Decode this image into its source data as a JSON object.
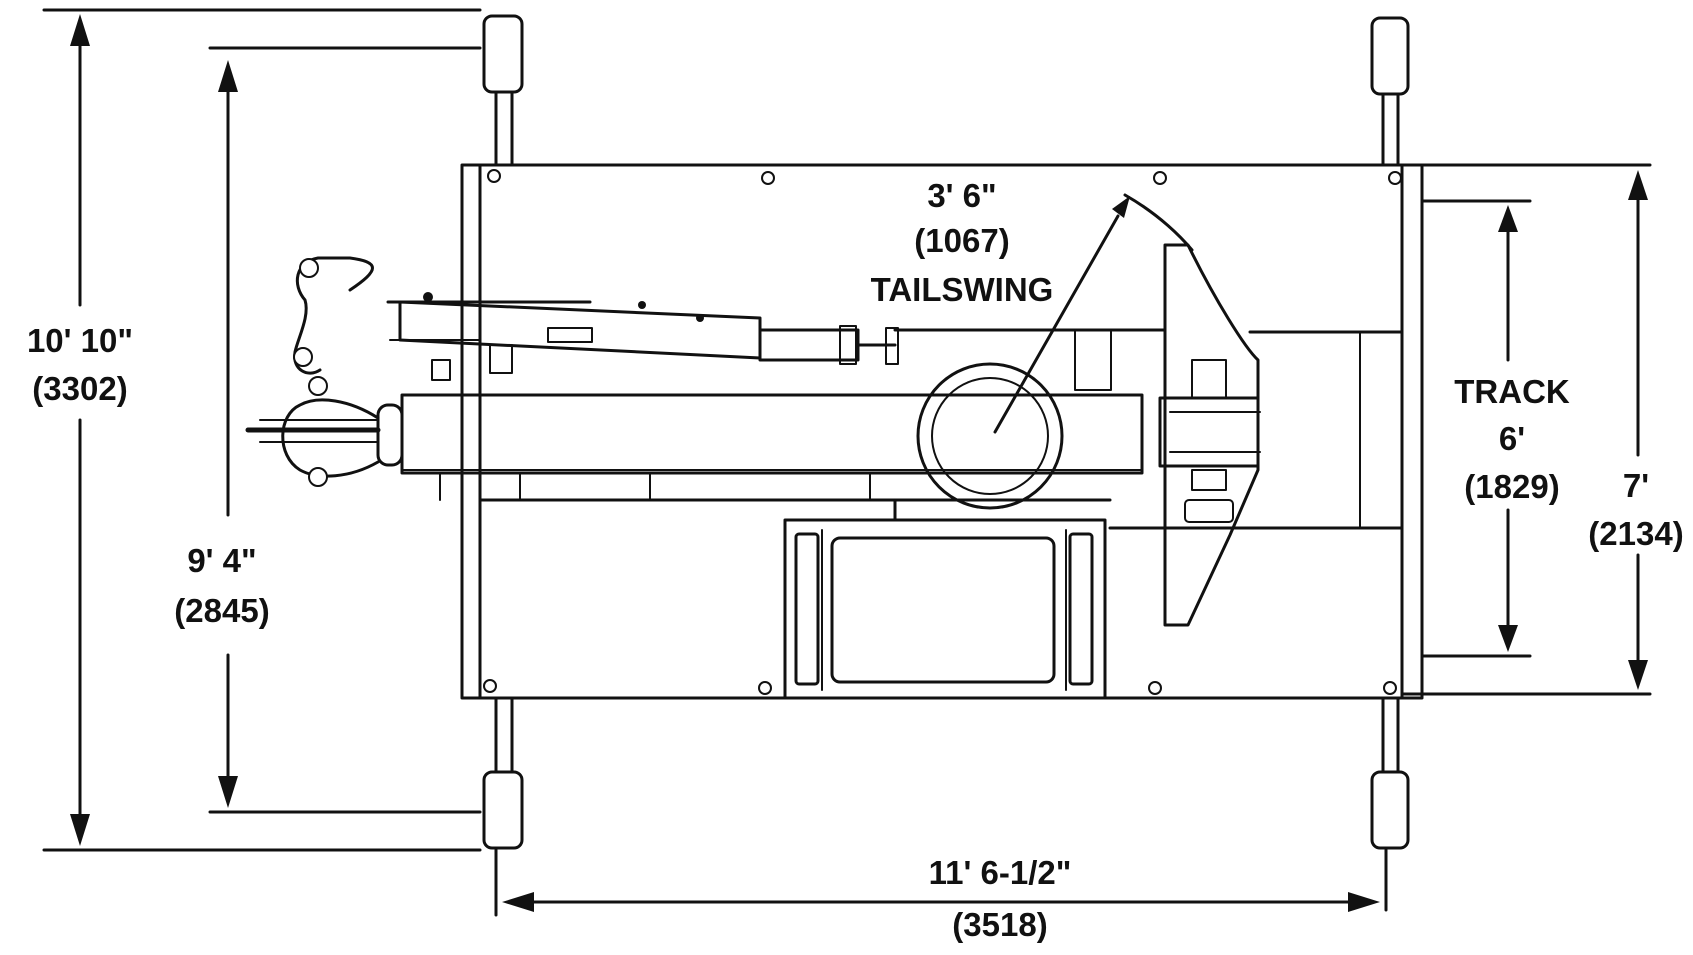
{
  "dimensions": {
    "overall_width": {
      "imperial": "10' 10\"",
      "metric": "(3302)"
    },
    "outrigger_span": {
      "imperial": "9' 4\"",
      "metric": "(2845)"
    },
    "tailswing": {
      "imperial": "3' 6\"",
      "metric": "(1067)",
      "label": "TAILSWING"
    },
    "track": {
      "label": "TRACK",
      "imperial": "6'",
      "metric": "(1829)"
    },
    "machine_width": {
      "imperial": "7'",
      "metric": "(2134)"
    },
    "length": {
      "imperial": "11' 6-1/2\"",
      "metric": "(3518)"
    }
  }
}
